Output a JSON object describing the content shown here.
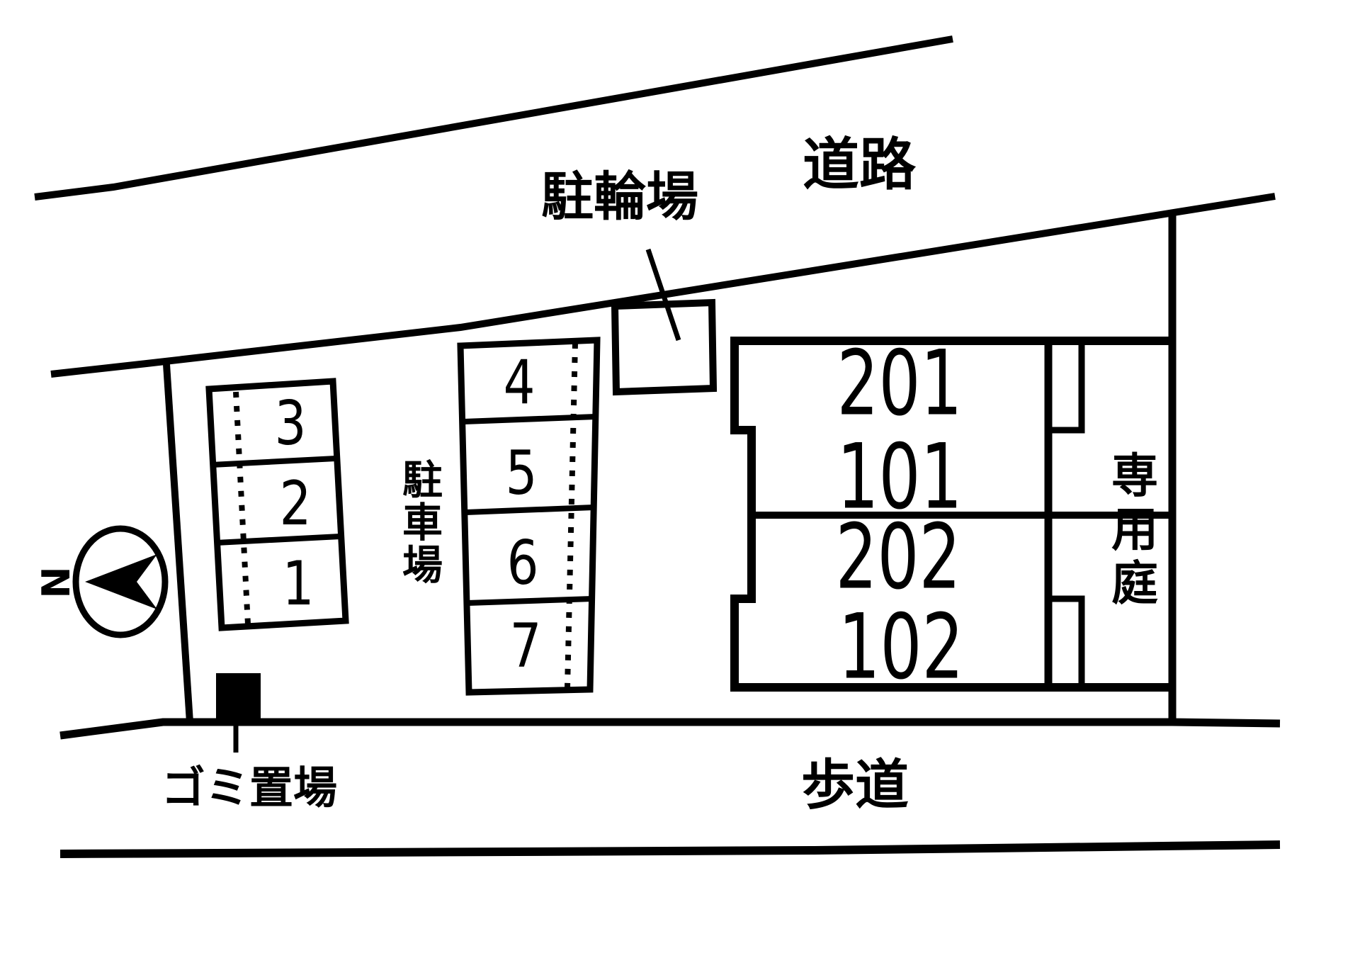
{
  "title": "apartment site plan",
  "colors": {
    "ink": "#000000",
    "paper": "#ffffff"
  },
  "labels": {
    "road": "道路",
    "sidewalk": "歩道",
    "bicycle_parking": "駐輪場",
    "car_parking": "駐車場",
    "private_garden": "専用庭",
    "garbage_area": "ゴミ置場"
  },
  "compass": {
    "letter": "N"
  },
  "parking": {
    "left_block_spaces": [
      "3",
      "2",
      "1"
    ],
    "middle_block_spaces": [
      "4",
      "5",
      "6",
      "7"
    ]
  },
  "building": {
    "units": [
      "201",
      "101",
      "202",
      "102"
    ]
  }
}
